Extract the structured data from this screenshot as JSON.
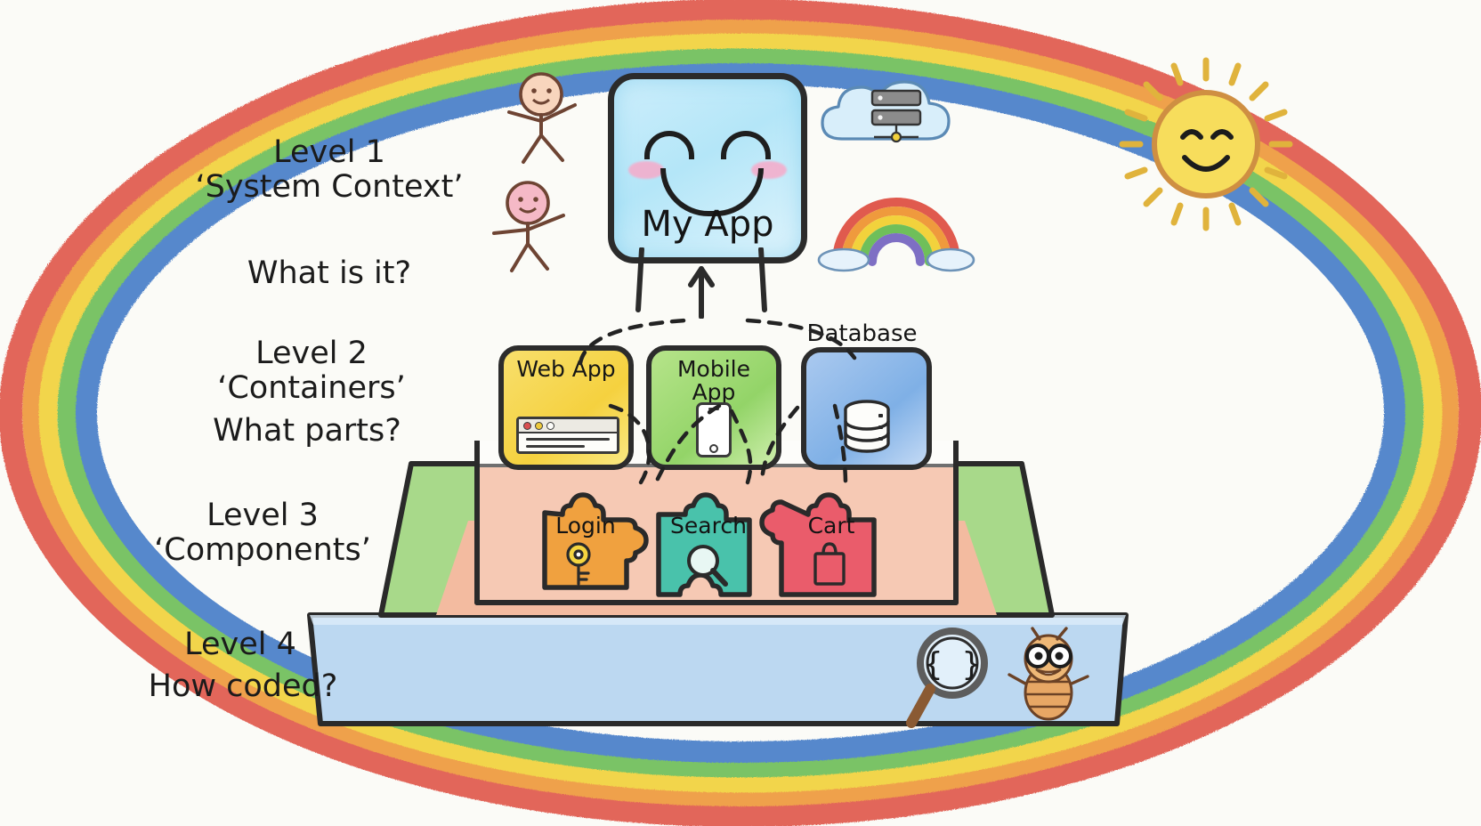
{
  "diagram": {
    "title": "C4 Model Levels - hand drawn sketch",
    "background_color": "#fbfbf7"
  },
  "border": {
    "name": "rainbow-crayon-frame",
    "colors": [
      "#e05a4e",
      "#ef9a3d",
      "#f2d23c",
      "#6fbf5a",
      "#4a7fc9"
    ]
  },
  "levels": [
    {
      "id": "level-1",
      "title": "Level 1",
      "subtitle": "‘System Context’",
      "question": "What is it?"
    },
    {
      "id": "level-2",
      "title": "Level 2",
      "subtitle": "‘Containers’",
      "question": "What parts?"
    },
    {
      "id": "level-3",
      "title": "Level 3",
      "subtitle": "‘Components’",
      "question": ""
    },
    {
      "id": "level-4",
      "title": "Level 4",
      "subtitle": "",
      "question": "How coded?"
    }
  ],
  "system": {
    "label": "My App",
    "fill_color": "#bfe9f8",
    "blush_color": "#f9a8c8",
    "face": "smiling"
  },
  "containers": [
    {
      "id": "web-app",
      "label": "Web App",
      "color": "#f5d13f",
      "icon": "browser-window-icon"
    },
    {
      "id": "mobile-app",
      "label": "Mobile\nApp",
      "color": "#93d468",
      "icon": "smartphone-icon"
    },
    {
      "id": "database",
      "label": "Database",
      "color": "#7fb0e6",
      "icon": "database-cylinder-icon"
    }
  ],
  "components": [
    {
      "id": "login",
      "label": "Login",
      "color": "#f0a13f",
      "icon": "key-icon"
    },
    {
      "id": "search",
      "label": "Search",
      "color": "#49c2ab",
      "icon": "magnifier-icon"
    },
    {
      "id": "cart",
      "label": "Cart",
      "color": "#ea5c6b",
      "icon": "shopping-bag-icon"
    }
  ],
  "pyramid_layers": [
    {
      "id": "layer-containers",
      "color": "#ffffff",
      "level": "Level 2"
    },
    {
      "id": "layer-components",
      "color": "#f2b79a",
      "level": "Level 3"
    },
    {
      "id": "layer-green-sides",
      "color": "#9ed37d",
      "level": "Level 2 sides"
    },
    {
      "id": "layer-code",
      "color": "#a9cdea",
      "level": "Level 4"
    }
  ],
  "decorations": [
    {
      "id": "user-1",
      "icon": "stick-figure-icon",
      "color": "#f6cdb4"
    },
    {
      "id": "user-2",
      "icon": "stick-figure-icon",
      "color": "#f3b0bd"
    },
    {
      "id": "cloud-server",
      "icon": "cloud-server-icon",
      "color": "#bfe4f5"
    },
    {
      "id": "rainbow-small",
      "icon": "rainbow-icon",
      "color": "#e05a4e"
    },
    {
      "id": "sun",
      "icon": "sun-smiling-icon",
      "color": "#f7d94e"
    },
    {
      "id": "code-magnifier",
      "icon": "magnifier-code-icon",
      "color": "#6b6b6b"
    },
    {
      "id": "bug",
      "icon": "bug-with-glasses-icon",
      "color": "#e09a5e"
    }
  ],
  "icons": {
    "code_braces": "{ }",
    "browser_dots": [
      "#d94f4f",
      "#edc93c",
      "#fdfdfa"
    ]
  }
}
